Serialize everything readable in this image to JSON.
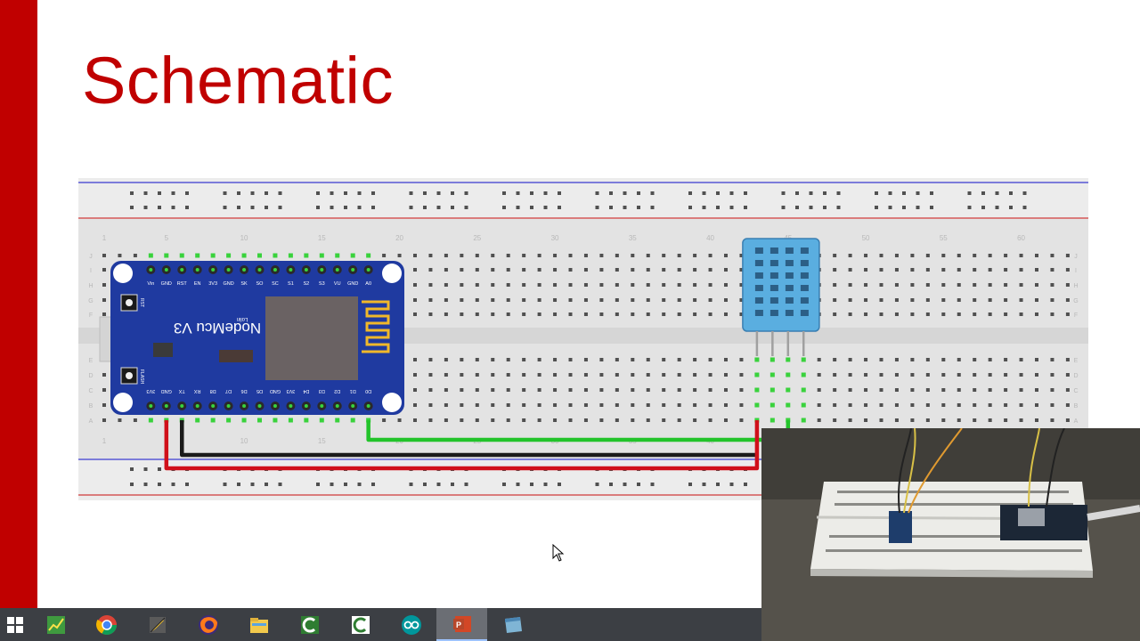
{
  "slide": {
    "title": "Schematic",
    "accent_color": "#c00000"
  },
  "board": {
    "label": "NodeMcu V3",
    "brand": "Lolin",
    "button_labels": [
      "RST",
      "FLASH"
    ],
    "top_pins": [
      "Vin",
      "GND",
      "RST",
      "EN",
      "3V3",
      "GND",
      "SK",
      "SO",
      "SC",
      "S1",
      "S2",
      "S3",
      "VU",
      "GND",
      "A0"
    ],
    "bottom_pins": [
      "3V3",
      "GND",
      "TX",
      "RX",
      "D8",
      "D7",
      "D6",
      "D5",
      "GND",
      "3V3",
      "D4",
      "D3",
      "D2",
      "D1",
      "D0"
    ],
    "column_numbers": [
      "1",
      "5",
      "10",
      "15",
      "20",
      "25",
      "30",
      "35",
      "40",
      "45",
      "50",
      "55",
      "60"
    ],
    "row_letters_top": [
      "J",
      "I",
      "H",
      "G",
      "F"
    ],
    "row_letters_bottom": [
      "E",
      "D",
      "C",
      "B",
      "A"
    ]
  },
  "sensor": {
    "name": "DHT11"
  },
  "wire_colors": {
    "signal": "#22c32a",
    "ground": "#1a1a1a",
    "power": "#d0101a"
  },
  "taskbar": {
    "items": [
      {
        "name": "windows-start-icon",
        "active": false
      },
      {
        "name": "stats-chart-icon",
        "active": false
      },
      {
        "name": "chrome-icon",
        "active": false
      },
      {
        "name": "pencil-tool-icon",
        "active": false
      },
      {
        "name": "firefox-icon",
        "active": false
      },
      {
        "name": "file-explorer-icon",
        "active": false
      },
      {
        "name": "camtasia-recorder-icon",
        "active": false
      },
      {
        "name": "camtasia-editor-icon",
        "active": false
      },
      {
        "name": "arduino-icon",
        "active": false
      },
      {
        "name": "powerpoint-icon",
        "active": true
      },
      {
        "name": "window-app-icon",
        "active": false
      }
    ]
  }
}
